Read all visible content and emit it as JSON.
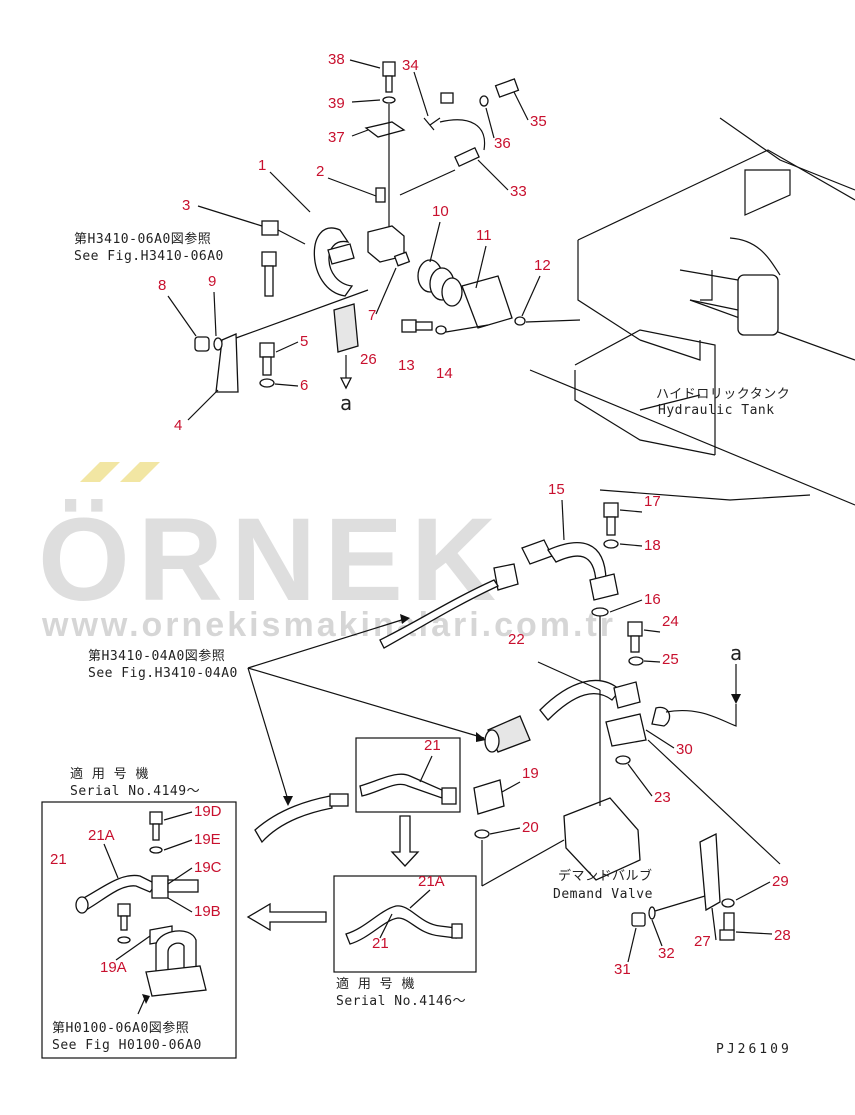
{
  "watermark": {
    "brand": "ÖRNEK",
    "url": "www.ornekismakinalari.com.tr",
    "accent_color": "#f2e6a3",
    "text_color": "#d9d9d9"
  },
  "labels": {
    "fig_h3410_06a0_jp": "第H3410-06A0図参照",
    "fig_h3410_06a0_en": "See Fig.H3410-06A0",
    "fig_h3410_04a0_jp": "第H3410-04A0図参照",
    "fig_h3410_04a0_en": "See Fig.H3410-04A0",
    "hydraulic_tank_jp": "ハイドロリックタンク",
    "hydraulic_tank_en": "Hydraulic Tank",
    "demand_valve_jp": "デマンドバルブ",
    "demand_valve_en": "Demand Valve",
    "serial_4149_jp": "適 用 号 機",
    "serial_4149_en": "Serial No.4149～",
    "serial_4146_jp": "適 用 号 機",
    "serial_4146_en": "Serial No.4146～",
    "fig_h0100_06a0_jp": "第H0100-06A0図参照",
    "fig_h0100_06a0_en": "See Fig H0100-06A0",
    "drawing_code": "PJ26109",
    "ref_a_top": "a",
    "ref_a_right": "a"
  },
  "part_numbers": {
    "p1": "1",
    "p2": "2",
    "p3": "3",
    "p4": "4",
    "p5": "5",
    "p6": "6",
    "p7": "7",
    "p8": "8",
    "p9": "9",
    "p10": "10",
    "p11": "11",
    "p12": "12",
    "p13": "13",
    "p14": "14",
    "p15": "15",
    "p16": "16",
    "p17": "17",
    "p18": "18",
    "p19": "19",
    "p19a": "19A",
    "p19b": "19B",
    "p19c": "19C",
    "p19d": "19D",
    "p19e": "19E",
    "p20": "20",
    "p21_main": "21",
    "p21_mid": "21",
    "p21_inset": "21",
    "p21a_inset": "21A",
    "p21a_mid": "21A",
    "p22": "22",
    "p23": "23",
    "p24": "24",
    "p25": "25",
    "p26": "26",
    "p27": "27",
    "p28": "28",
    "p29": "29",
    "p30": "30",
    "p31": "31",
    "p32": "32",
    "p33": "33",
    "p34": "34",
    "p35": "35",
    "p36": "36",
    "p37": "37",
    "p38": "38",
    "p39": "39"
  }
}
